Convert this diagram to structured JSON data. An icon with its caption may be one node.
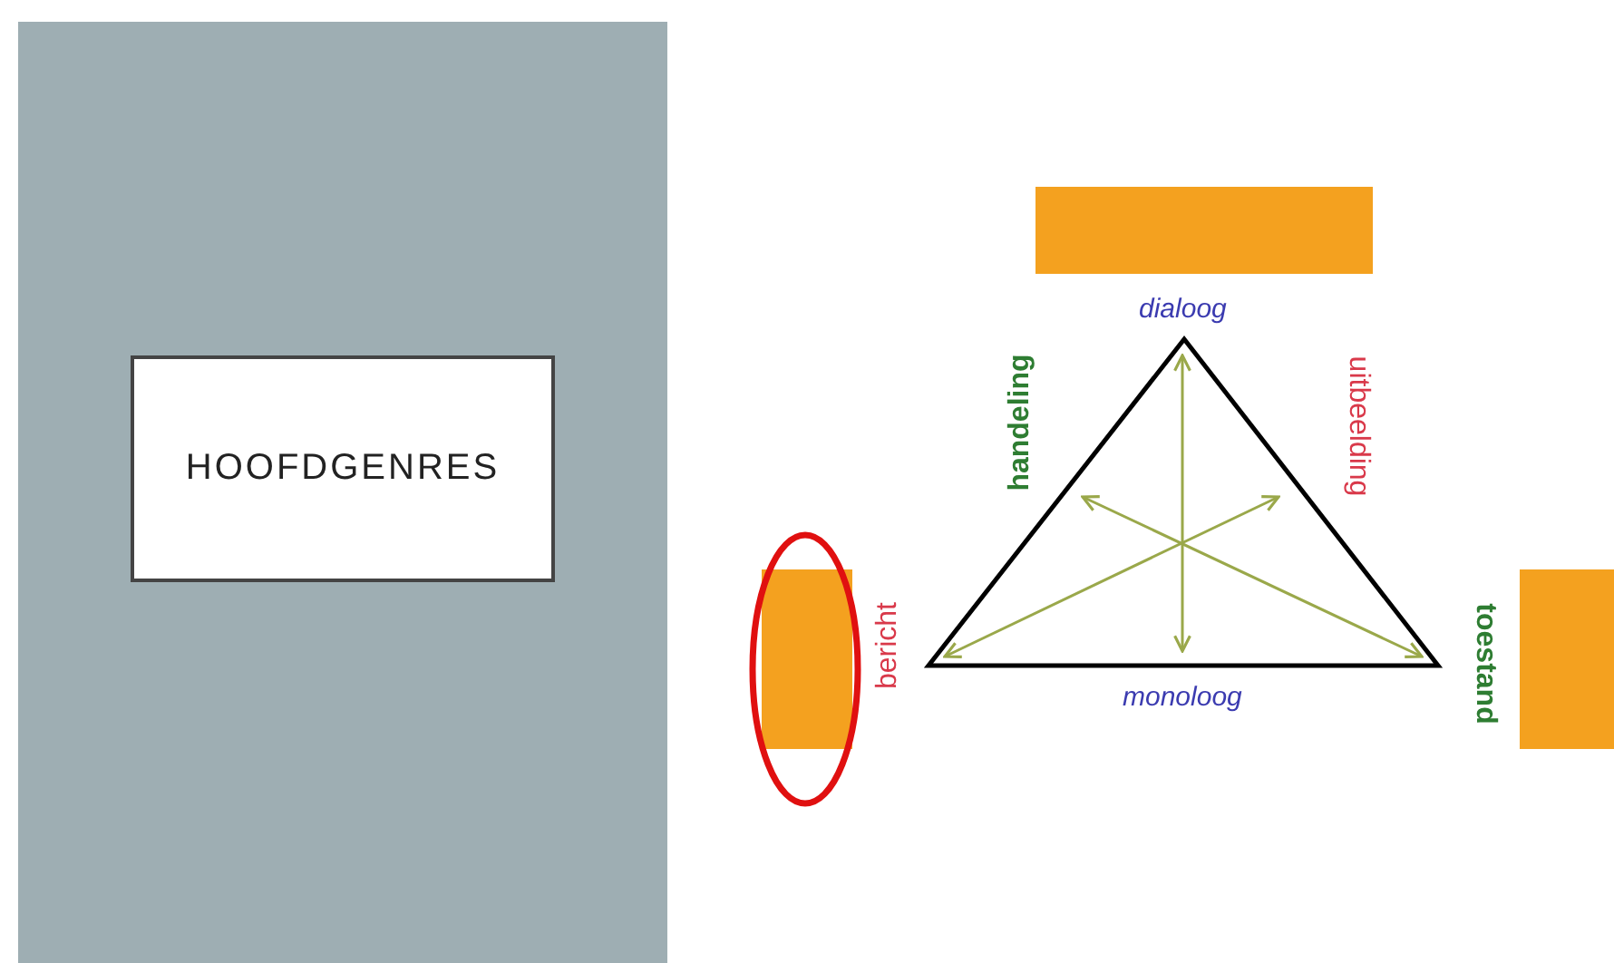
{
  "diagram": {
    "nodes": [
      {
        "text": [
          "HOOFDGENRES"
        ]
      },
      {
        "text": [],
        "shape": "box"
      },
      {
        "text": [],
        "shape": "box"
      },
      {
        "text": [],
        "shape": "box"
      }
    ],
    "labels": [
      "dialoog",
      "handeling",
      "uitbeelding",
      "bericht",
      "monoloog",
      "toestand"
    ]
  }
}
